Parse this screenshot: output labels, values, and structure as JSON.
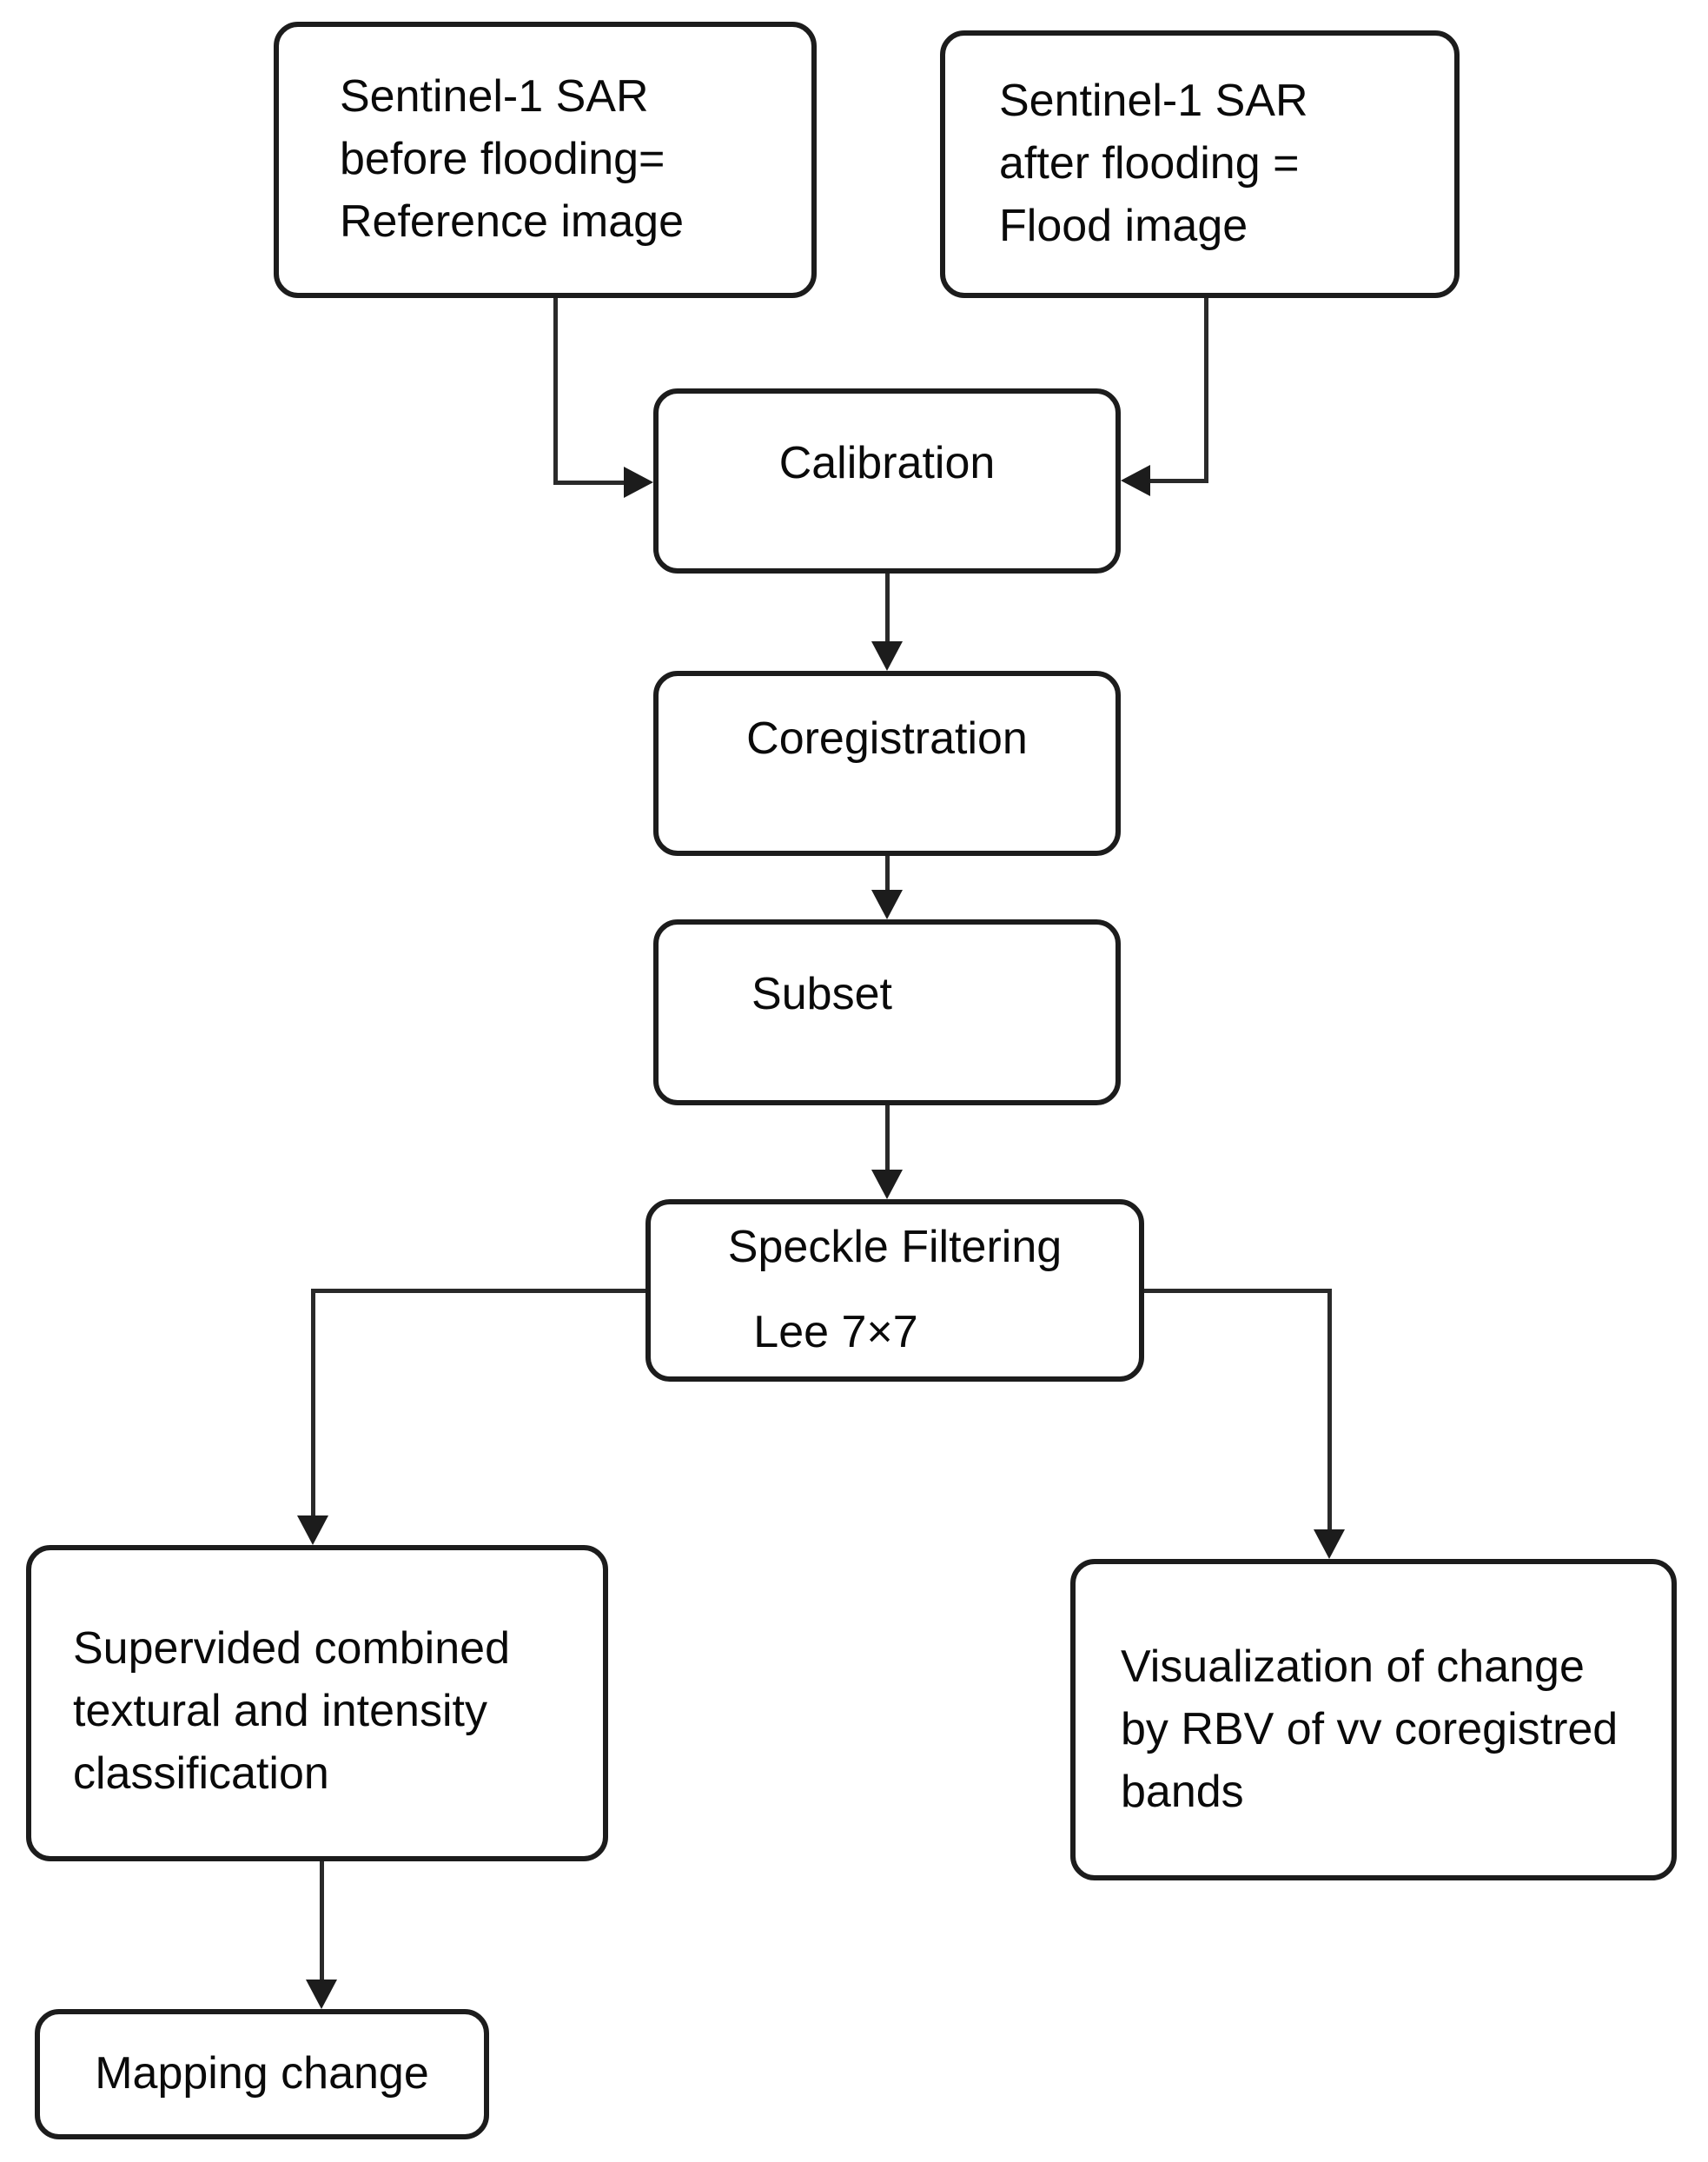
{
  "figure": {
    "background": "#ffffff",
    "stroke_color": "#1c1c1c",
    "text_color": "#0a0a0a",
    "nodes": {
      "reference": {
        "label": "Sentinel-1 SAR\nbefore flooding=\nReference image"
      },
      "flood": {
        "label": "Sentinel-1 SAR\nafter flooding =\nFlood image"
      },
      "calibration": {
        "label": "Calibration"
      },
      "coregistration": {
        "label": "Coregistration"
      },
      "subset": {
        "label": "Subset"
      },
      "speckle": {
        "title": "Speckle Filtering",
        "subtitle": "Lee 7×7"
      },
      "classification": {
        "label": "Supervided combined\ntextural and intensity\nclassification"
      },
      "visualization": {
        "label": "Visualization of change\nby RBV of vv coregistred\nbands"
      },
      "mapping": {
        "label": "Mapping change"
      }
    },
    "edges": [
      {
        "from": "reference",
        "to": "calibration"
      },
      {
        "from": "flood",
        "to": "calibration"
      },
      {
        "from": "calibration",
        "to": "coregistration"
      },
      {
        "from": "coregistration",
        "to": "subset"
      },
      {
        "from": "subset",
        "to": "speckle"
      },
      {
        "from": "speckle",
        "to": "classification"
      },
      {
        "from": "speckle",
        "to": "visualization"
      },
      {
        "from": "classification",
        "to": "mapping"
      }
    ]
  }
}
